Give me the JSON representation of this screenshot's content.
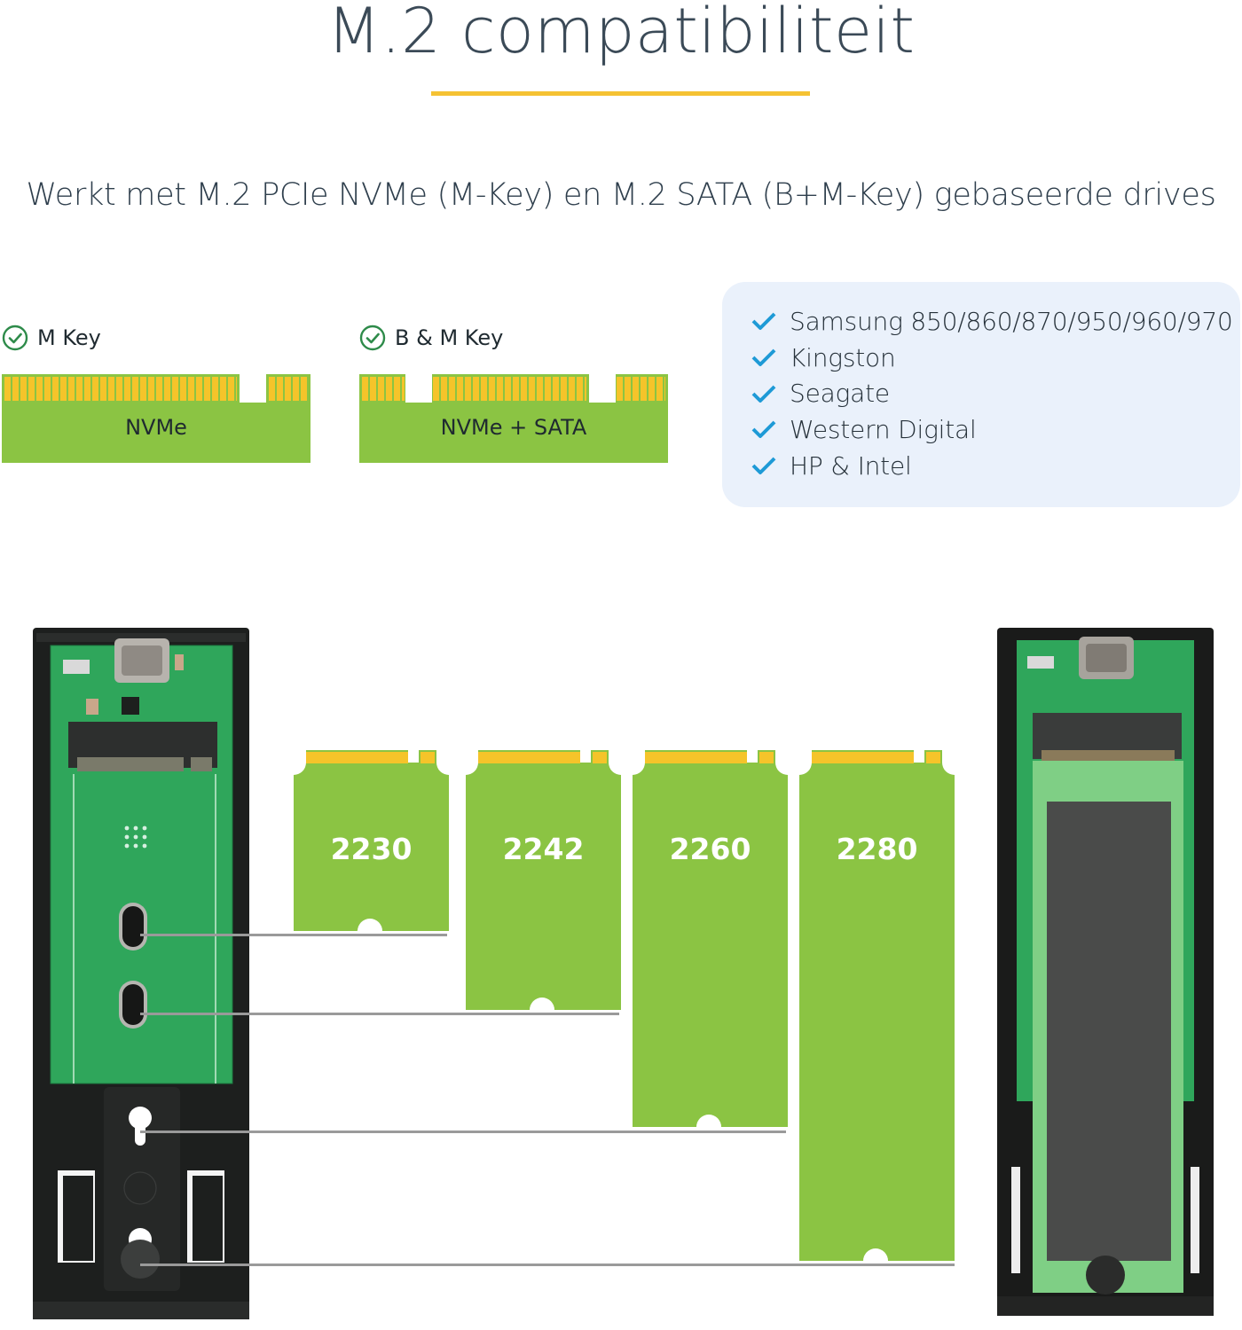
{
  "header": {
    "title": "M.2 compatibiliteit",
    "subtitle": "Werkt met M.2 PCIe NVMe (M-Key) en M.2 SATA (B+M-Key) gebaseerde drives"
  },
  "keys": [
    {
      "label": "M Key",
      "card_label": "NVMe",
      "icon": "check-circle-icon"
    },
    {
      "label": "B & M Key",
      "card_label": "NVMe + SATA",
      "icon": "check-circle-icon"
    }
  ],
  "brands": {
    "icon": "checkmark-icon",
    "items": [
      "Samsung 850/860/870/950/960/970",
      "Kingston",
      "Seagate",
      "Western Digital",
      "HP & Intel"
    ]
  },
  "form_factors": [
    {
      "label": "2230"
    },
    {
      "label": "2242"
    },
    {
      "label": "2260"
    },
    {
      "label": "2280"
    }
  ],
  "colors": {
    "pcb_green": "#8bc443",
    "gold_pins": "#f5c42a",
    "accent_rule": "#f5c233",
    "check_green": "#2e8b4a",
    "check_blue": "#1e9ad6",
    "brand_box_bg": "#eaf1fb",
    "leader_line": "#9a9a9a"
  }
}
